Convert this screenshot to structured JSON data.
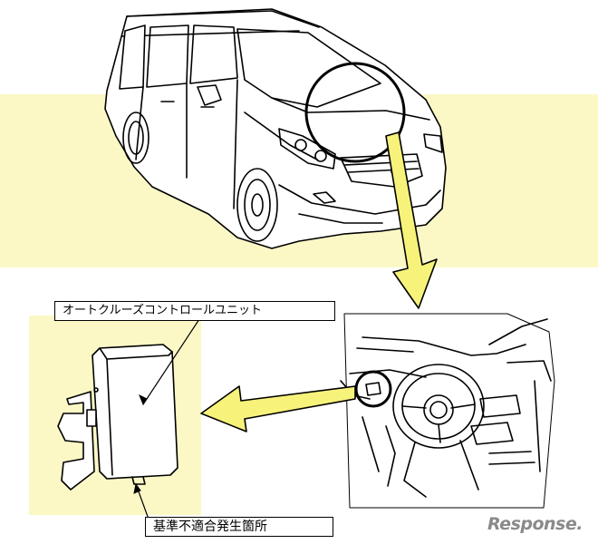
{
  "labels": {
    "unit": "オートクルーズコントロールユニット",
    "defect_location": "基準不適合発生箇所"
  },
  "watermark": "Response.",
  "colors": {
    "highlight_band": "#fbf8c6",
    "highlight_panel": "#f7f09a",
    "arrow_fill": "#f7f27a",
    "line": "#000000"
  }
}
